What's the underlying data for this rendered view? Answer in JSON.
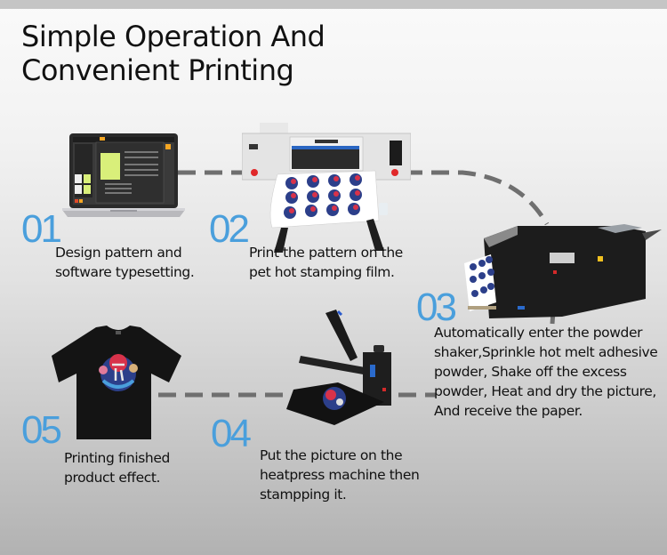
{
  "title": {
    "line1": "Simple Operation And",
    "line2": "Convenient Printing"
  },
  "colors": {
    "step_number": "#4a9fdc",
    "dash_line": "#6f6f6f",
    "text": "#111111",
    "background_top": "#fafafa",
    "background_bottom": "#b2b2b2"
  },
  "steps": [
    {
      "number": "01",
      "image": "laptop-software-image",
      "description": "Design pattern and\nsoftware typesetting."
    },
    {
      "number": "02",
      "image": "dtf-printer-image",
      "description": "Print the pattern on the\npet hot stamping film."
    },
    {
      "number": "03",
      "image": "powder-shaker-machine-image",
      "description": "Automatically enter the powder\nshaker,Sprinkle hot melt adhesive\npowder, Shake off the excess\npowder, Heat and dry the picture,\nAnd receive the paper."
    },
    {
      "number": "04",
      "image": "heat-press-machine-image",
      "description": "Put the picture on the\nheatpress machine then\nstampping it."
    },
    {
      "number": "05",
      "image": "printed-tshirt-image",
      "description": "Printing finished\nproduct effect."
    }
  ]
}
